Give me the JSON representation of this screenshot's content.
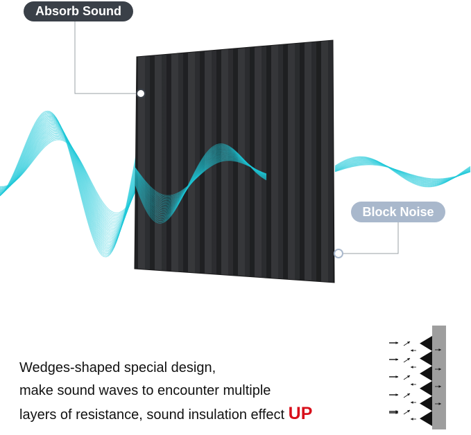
{
  "callouts": {
    "absorb_label": "Absorb Sound",
    "block_label": "Block Noise"
  },
  "description": {
    "line1": "Wedges-shaped special design,",
    "line2": "make sound waves to encounter multiple",
    "line3_prefix": "layers of resistance, sound insulation effect ",
    "line3_highlight": "UP"
  },
  "colors": {
    "wave": "#1ec8d8",
    "panel": "#2b2c2e",
    "absorb_pill": "#3a4048",
    "block_pill": "#a9b8cc",
    "highlight": "#d8101b"
  }
}
